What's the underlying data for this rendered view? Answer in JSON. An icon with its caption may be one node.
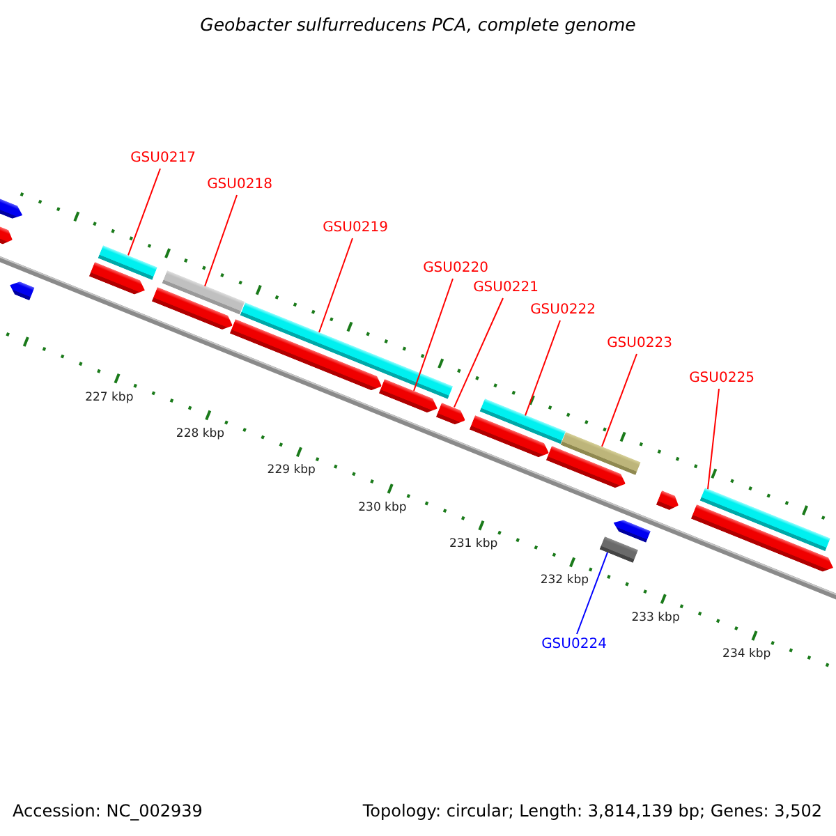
{
  "diagram": {
    "title": "Geobacter sulfurreducens PCA, complete genome",
    "nodes": [
      {
        "text": [
          "GSU0217"
        ]
      },
      {
        "text": [
          "GSU0218"
        ]
      },
      {
        "text": [
          "GSU0219"
        ]
      },
      {
        "text": [
          "GSU0220"
        ]
      },
      {
        "text": [
          "GSU0221"
        ]
      },
      {
        "text": [
          "GSU0222"
        ]
      },
      {
        "text": [
          "GSU0223"
        ]
      },
      {
        "text": [
          "GSU0225"
        ]
      },
      {
        "text": [
          "GSU0224"
        ]
      },
      {
        "text": [],
        "shape": "arrow"
      },
      {
        "text": [],
        "shape": "arrow"
      },
      {
        "text": [],
        "shape": "arrow"
      },
      {
        "text": [],
        "shape": "arrow"
      },
      {
        "text": [],
        "shape": "bar"
      },
      {
        "text": [],
        "shape": "arrow"
      },
      {
        "text": [],
        "shape": "bar"
      },
      {
        "text": [],
        "shape": "arrow"
      },
      {
        "text": [],
        "shape": "bar"
      },
      {
        "text": [],
        "shape": "arrow"
      },
      {
        "text": [],
        "shape": "arrow"
      },
      {
        "text": [],
        "shape": "arrow"
      },
      {
        "text": [],
        "shape": "bar"
      },
      {
        "text": [],
        "shape": "arrow"
      },
      {
        "text": [],
        "shape": "bar"
      },
      {
        "text": [],
        "shape": "bar"
      },
      {
        "text": [],
        "shape": "arrow"
      },
      {
        "text": [],
        "shape": "arrow"
      },
      {
        "text": [],
        "shape": "arrow"
      },
      {
        "text": [],
        "shape": "bar"
      }
    ],
    "edges": [
      {
        "from": 0,
        "to": 13,
        "arrow": "none"
      },
      {
        "from": 1,
        "to": 15,
        "arrow": "none"
      },
      {
        "from": 2,
        "to": 17,
        "arrow": "none"
      },
      {
        "from": 3,
        "to": 18,
        "arrow": "none"
      },
      {
        "from": 4,
        "to": 19,
        "arrow": "none"
      },
      {
        "from": 5,
        "to": 21,
        "arrow": "none"
      },
      {
        "from": 6,
        "to": 23,
        "arrow": "none"
      },
      {
        "from": 7,
        "to": 28,
        "arrow": "none"
      },
      {
        "from": 8,
        "to": 24,
        "arrow": "none",
        "color": "#0000ff"
      }
    ],
    "labels": [
      "227 kbp",
      "228 kbp",
      "229 kbp",
      "230 kbp",
      "231 kbp",
      "232 kbp",
      "233 kbp",
      "234 kbp",
      "Accession: NC_002939",
      "Topology: circular; Length: 3,814,139 bp; Genes: 3,502"
    ]
  }
}
